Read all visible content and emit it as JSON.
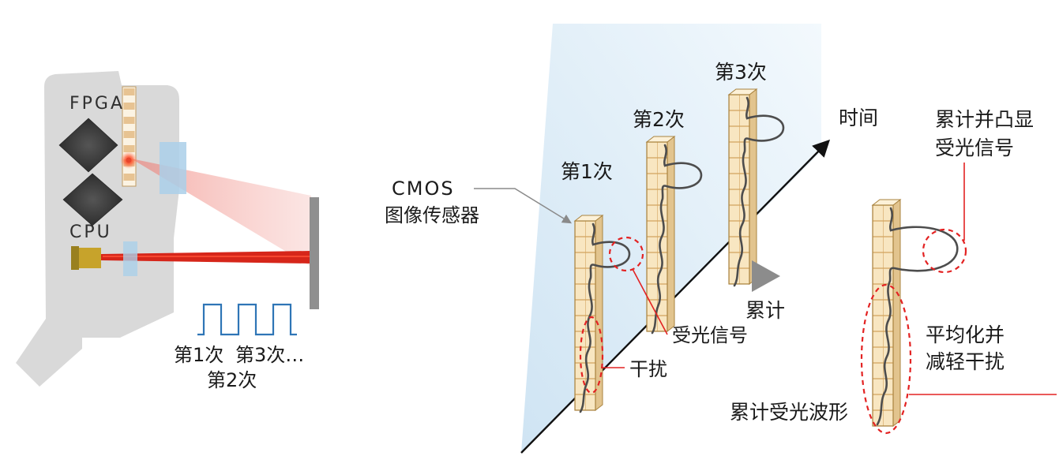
{
  "colors": {
    "annotation_red": "#e32222",
    "laser_beam_red": "#d6261a",
    "pulse_wave_blue": "#2e75b6",
    "plane_blue_top": "#f3f9fd",
    "plane_blue_bottom": "#cfe4f3",
    "brick_face": "#f8e6c1",
    "brick_line": "#d3a45e",
    "waveform_gray": "#4d4d4d",
    "device_body_gray": "#d9d9d9",
    "axis_black": "#111111"
  },
  "left_diagram": {
    "fpga_label": "FPGA",
    "cpu_label": "CPU",
    "pulse_labels": {
      "first": "第1次",
      "third": "第3次…",
      "second": "第2次"
    }
  },
  "right_diagram": {
    "cmos_label": {
      "line1": "CMOS",
      "line2": "图像传感器"
    },
    "pass_labels": {
      "first": "第1次",
      "second": "第2次",
      "third": "第3次"
    },
    "time_axis_label": "时间",
    "accumulate_label": "累计",
    "received_light_label": "受光信号",
    "interference_label": "干扰",
    "highlight_label": {
      "line1": "累计并凸显",
      "line2": "受光信号"
    },
    "average_label": {
      "line1": "平均化并",
      "line2": "减轻干扰"
    },
    "accumulated_waveform_label": "累计受光波形"
  },
  "icons": {
    "accumulate_triangle": "right-pointing-triangle",
    "time_axis": "diagonal-arrow"
  }
}
